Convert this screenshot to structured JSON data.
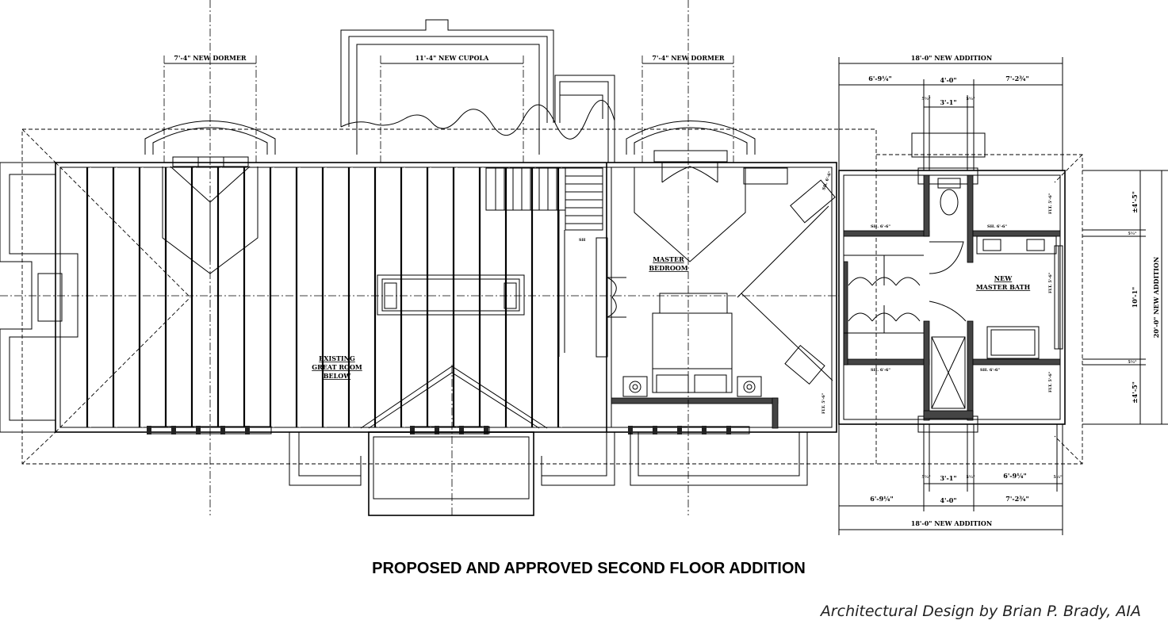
{
  "title": "PROPOSED AND APPROVED SECOND FLOOR ADDITION",
  "credit": "Architectural Design by Brian P. Brady, AIA",
  "plan": {
    "dims": {
      "dormer_left": "7'-4\" NEW DORMER",
      "cupola": "11'-4\" NEW CUPOLA",
      "dormer_right": "7'-4\" NEW DORMER",
      "addition_top": "18'-0\" NEW ADDITION",
      "addition_bottom": "18'-0\" NEW ADDITION",
      "addition_side": "20'-0\" NEW ADDITION",
      "top_left": "6'-9¼\"",
      "top_mid": "4'-0\"",
      "top_right": "7'-2¾\"",
      "top_inner": "3'-1\"",
      "top_small_l": "5½\"",
      "top_small_r": "5½\"",
      "bot_inner": "3'-1\"",
      "bot_right_a": "6'-9¼\"",
      "bot_left": "6'-9¼\"",
      "bot_mid": "4'-0\"",
      "bot_right": "7'-2¾\"",
      "bot_small_l": "5½\"",
      "bot_small_r": "5½\"",
      "bot_small_rr": "5½\"",
      "side_top": "±4'-5\"",
      "side_mid": "10'-1\"",
      "side_bot": "±4'-5\"",
      "side_small_t": "5½\"",
      "side_small_b": "5½\""
    },
    "rooms": {
      "great_room": [
        "EXISTING",
        "GREAT ROOM",
        "BELOW"
      ],
      "master_bedroom": [
        "MASTER",
        "BEDROOM"
      ],
      "master_bath": [
        "NEW",
        "MASTER BATH"
      ]
    },
    "notes": {
      "shelf_1": "SH. 6'-6\"",
      "shelf_2": "SH. 6'-6\"",
      "shelf_3": "SH. 6'-6\"",
      "shelf_4": "SH. 6'-6\"",
      "shelf_5": "SH. 6'-6\"",
      "flt_1": "FLT. 5'-6\"",
      "flt_2": "FLT. 5'-6\"",
      "flt_3": "FLT. 5'-6\"",
      "flt_4": "FLT. 5'-6\"",
      "sh_mark": "SH"
    }
  }
}
